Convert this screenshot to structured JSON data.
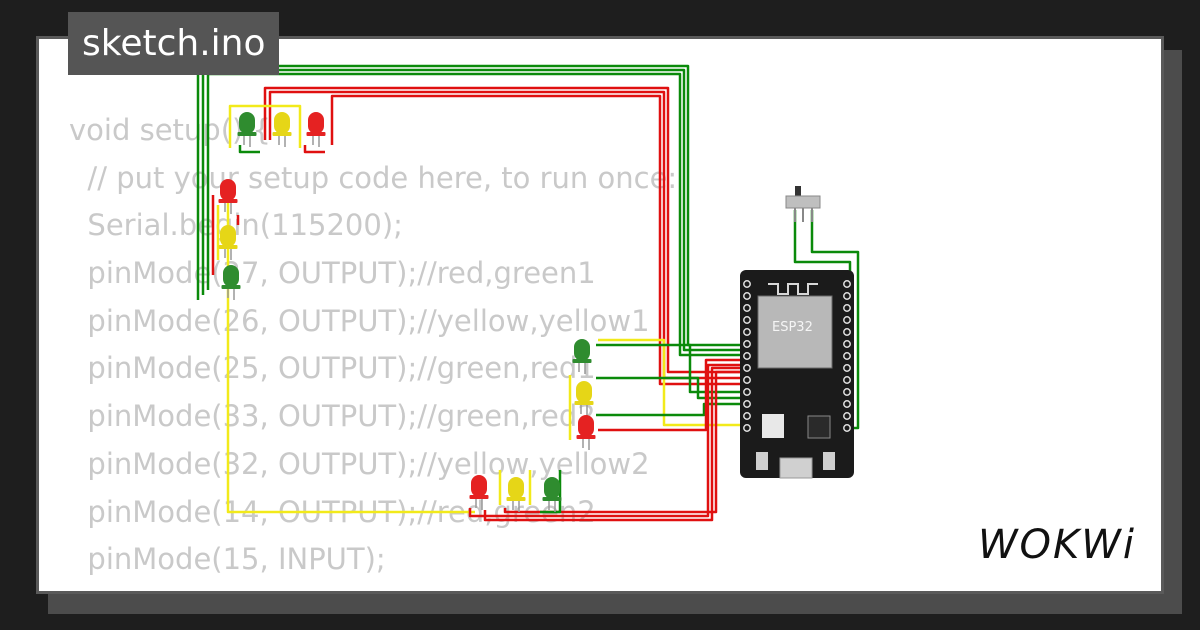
{
  "title": "sketch.ino",
  "code_lines": [
    "void setup() {",
    "  // put your setup code here, to run once:",
    "  Serial.begin(115200);",
    "  pinMode(27, OUTPUT);//red,green1",
    "  pinMode(26, OUTPUT);//yellow,yellow1",
    "  pinMode(25, OUTPUT);//green,red1",
    "  pinMode(33, OUTPUT);//green,red2",
    "  pinMode(32, OUTPUT);//yellow,yellow2",
    "  pinMode(14, OUTPUT);//red,green2",
    "  pinMode(15, INPUT);"
  ],
  "board_label": "ESP32",
  "brand": "WOKWi",
  "colors": {
    "wire_red": "#e01010",
    "wire_green": "#0a8a0a",
    "wire_yellow": "#f2ea1a",
    "led_red": "#e52222",
    "led_yellow": "#e6d617",
    "led_green": "#2f8c2f",
    "board": "#1b1b1b"
  }
}
